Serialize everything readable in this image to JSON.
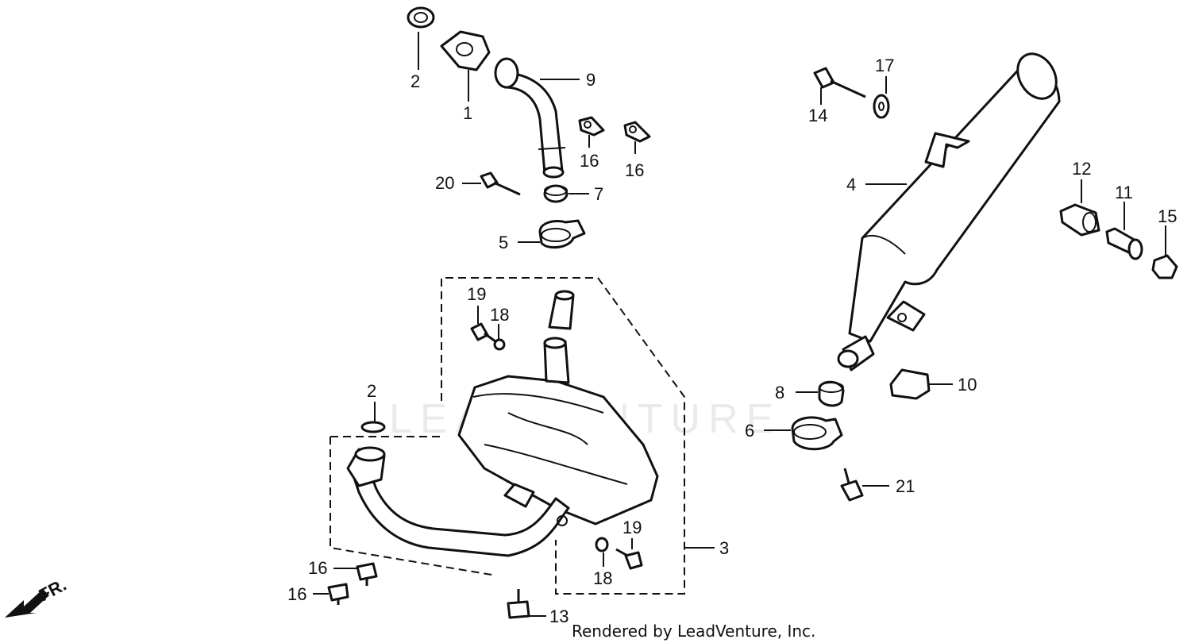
{
  "watermark": "LEADVENTURE",
  "footer": "Rendered by LeadVenture, Inc.",
  "direction_label": "FR.",
  "callouts": {
    "p1": "1",
    "p2a": "2",
    "p2b": "2",
    "p3": "3",
    "p4": "4",
    "p5": "5",
    "p6": "6",
    "p7": "7",
    "p8": "8",
    "p9": "9",
    "p10": "10",
    "p11": "11",
    "p12": "12",
    "p13": "13",
    "p14": "14",
    "p15": "15",
    "p16a": "16",
    "p16b": "16",
    "p16c": "16",
    "p16d": "16",
    "p17": "17",
    "p18a": "18",
    "p18b": "18",
    "p19a": "19",
    "p19b": "19",
    "p20": "20",
    "p21": "21"
  }
}
